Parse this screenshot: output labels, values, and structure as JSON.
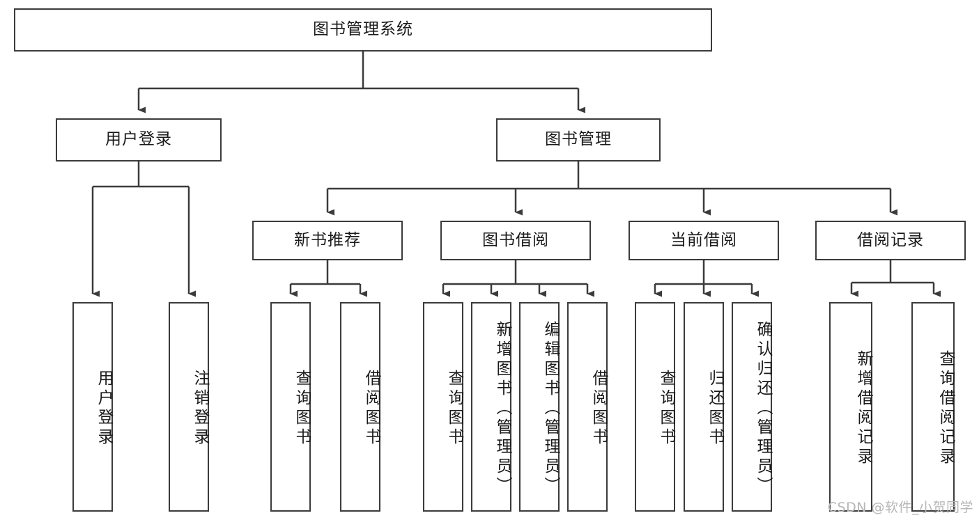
{
  "diagram": {
    "title": "图书管理系统",
    "root": {
      "id": "root",
      "label": "图书管理系统"
    },
    "level1": [
      {
        "id": "user-login",
        "label": "用户登录"
      },
      {
        "id": "book-manage",
        "label": "图书管理"
      }
    ],
    "level2": [
      {
        "id": "new-book-rec",
        "label": "新书推荐",
        "parent": "book-manage"
      },
      {
        "id": "book-borrow",
        "label": "图书借阅",
        "parent": "book-manage"
      },
      {
        "id": "current-borrow",
        "label": "当前借阅",
        "parent": "book-manage"
      },
      {
        "id": "borrow-record",
        "label": "借阅记录",
        "parent": "book-manage"
      }
    ],
    "leaves": [
      {
        "id": "leaf-user-login",
        "label": "用户登录",
        "parent": "user-login"
      },
      {
        "id": "leaf-logout",
        "label": "注销登录",
        "parent": "user-login"
      },
      {
        "id": "leaf-query-book-1",
        "label": "查询图书",
        "parent": "new-book-rec"
      },
      {
        "id": "leaf-borrow-book-1",
        "label": "借阅图书",
        "parent": "new-book-rec"
      },
      {
        "id": "leaf-query-book-2",
        "label": "查询图书",
        "parent": "book-borrow"
      },
      {
        "id": "leaf-add-book",
        "label": "新增图书（管理员）",
        "parent": "book-borrow"
      },
      {
        "id": "leaf-edit-book",
        "label": "编辑图书（管理员）",
        "parent": "book-borrow"
      },
      {
        "id": "leaf-borrow-book-2",
        "label": "借阅图书",
        "parent": "book-borrow"
      },
      {
        "id": "leaf-query-book-3",
        "label": "查询图书",
        "parent": "current-borrow"
      },
      {
        "id": "leaf-return-book",
        "label": "归还图书",
        "parent": "current-borrow"
      },
      {
        "id": "leaf-confirm-return",
        "label": "确认归还（管理员）",
        "parent": "current-borrow"
      },
      {
        "id": "leaf-add-record",
        "label": "新增借阅记录",
        "parent": "borrow-record"
      },
      {
        "id": "leaf-query-record",
        "label": "查询借阅记录",
        "parent": "borrow-record"
      }
    ]
  },
  "watermark": {
    "text": "CSDN @软件_小贺同学"
  },
  "colors": {
    "stroke": "#3b3b3b",
    "background": "#ffffff",
    "text": "#1a1a1a",
    "watermark": "#b6b6b6"
  }
}
